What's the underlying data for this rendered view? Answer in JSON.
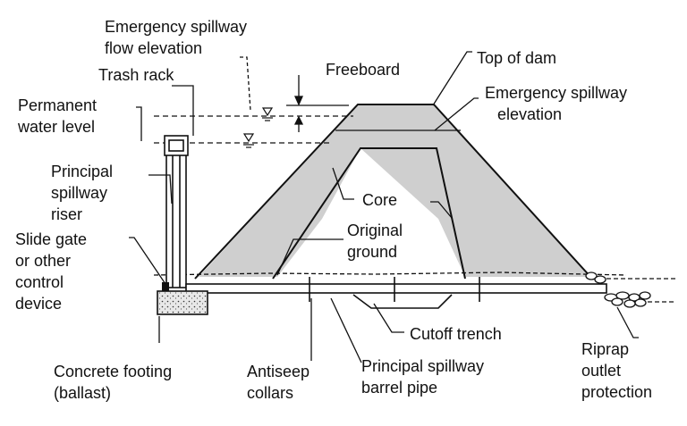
{
  "labels": {
    "emergency_spillway_flow_elevation": [
      "Emergency spillway",
      "flow elevation"
    ],
    "trash_rack": "Trash rack",
    "freeboard": "Freeboard",
    "top_of_dam": "Top of dam",
    "emergency_spillway_elevation": [
      "Emergency spillway",
      "elevation"
    ],
    "permanent_water_level": [
      "Permanent",
      "water level"
    ],
    "principal_spillway_riser": [
      "Principal",
      "spillway",
      "riser"
    ],
    "core": "Core",
    "original_ground": [
      "Original",
      "ground"
    ],
    "slide_gate": [
      "Slide gate",
      "or other",
      "control",
      "device"
    ],
    "cutoff_trench": "Cutoff trench",
    "concrete_footing": [
      "Concrete footing",
      "(ballast)"
    ],
    "antiseep_collars": [
      "Antiseep",
      "collars"
    ],
    "principal_spillway_barrel_pipe": [
      "Principal spillway",
      "barrel pipe"
    ],
    "riprap_outlet_protection": [
      "Riprap",
      "outlet",
      "protection"
    ]
  },
  "colors": {
    "embankment_fill": "#cfcfcf",
    "line": "#111111",
    "footing": "#e4e4e4"
  }
}
